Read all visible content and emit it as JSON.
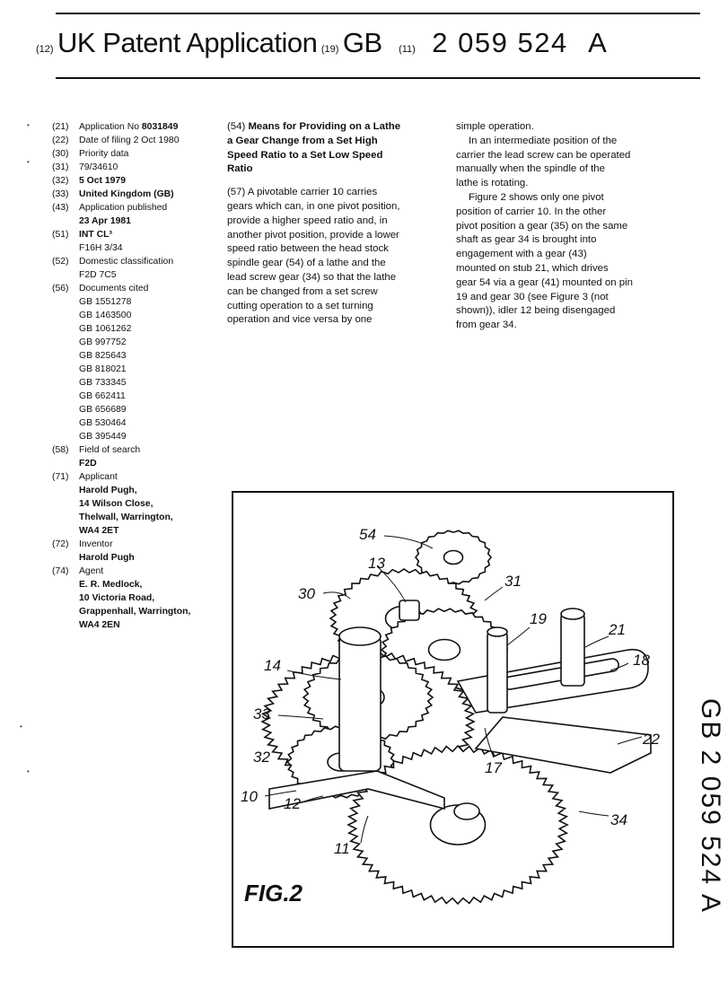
{
  "header": {
    "code_12": "(12)",
    "title": "UK Patent Application",
    "code_19": "(19)",
    "country": "GB",
    "code_11": "(11)",
    "number": "2 059 524",
    "kind": "A"
  },
  "biblio": [
    {
      "code": "(21)",
      "text": "Application No",
      "value": "8031849"
    },
    {
      "code": "(22)",
      "text": "Date of filing 2 Oct 1980",
      "value": ""
    },
    {
      "code": "(30)",
      "text": "Priority data",
      "value": ""
    },
    {
      "code": "(31)",
      "text": "79/34610",
      "value": ""
    },
    {
      "code": "(32)",
      "text": "",
      "value": "5 Oct 1979"
    },
    {
      "code": "(33)",
      "text": "",
      "value": "United Kingdom (GB)"
    },
    {
      "code": "(43)",
      "text": "Application published",
      "value": ""
    }
  ],
  "published_date": "23 Apr 1981",
  "int_cl": {
    "code": "(51)",
    "label": "INT CL³",
    "value": "F16H 3/34"
  },
  "domestic": {
    "code": "(52)",
    "label": "Domestic classification",
    "value": "F2D 7C5"
  },
  "documents": {
    "code": "(56)",
    "label": "Documents cited",
    "items": [
      "GB 1551278",
      "GB 1463500",
      "GB 1061262",
      "GB 997752",
      "GB 825643",
      "GB 818021",
      "GB 733345",
      "GB 662411",
      "GB 656689",
      "GB 530464",
      "GB 395449"
    ]
  },
  "field_search": {
    "code": "(58)",
    "label": "Field of search",
    "value": "F2D"
  },
  "applicant": {
    "code": "(71)",
    "label": "Applicant",
    "lines": [
      "Harold Pugh,",
      "14 Wilson Close,",
      "Thelwall, Warrington,",
      "WA4 2ET"
    ]
  },
  "inventor": {
    "code": "(72)",
    "label": "Inventor",
    "lines": [
      "Harold Pugh"
    ]
  },
  "agent": {
    "code": "(74)",
    "label": "Agent",
    "lines": [
      "E. R. Medlock,",
      "10 Victoria Road,",
      "Grappenhall, Warrington,",
      "WA4 2EN"
    ]
  },
  "title_block": {
    "code": "(54)",
    "lines": [
      "Means for Providing on a Lathe",
      "a Gear Change from a Set High",
      "Speed Ratio to a Set Low Speed",
      "Ratio"
    ]
  },
  "abstract": {
    "code": "(57)",
    "col2_lines": [
      "A pivotable carrier 10 carries",
      "gears which can, in one pivot position,",
      "provide a higher speed ratio and, in",
      "another pivot position, provide a lower",
      "speed ratio between the head stock",
      "spindle gear (54) of a lathe and the",
      "lead screw gear (34) so that the lathe",
      "can be changed from a set screw",
      "cutting operation to a set turning",
      "operation and vice versa by one"
    ],
    "col3_lines": [
      "simple operation.",
      "In an intermediate position of the",
      "carrier the lead screw can be operated",
      "manually when the spindle of the",
      "lathe is rotating.",
      "Figure 2 shows only one pivot",
      "position of carrier 10. In the other",
      "pivot position a gear (35) on the same",
      "shaft as gear 34 is brought into",
      "engagement with a gear (43)",
      "mounted on stub 21, which drives",
      "gear 54 via a gear (41) mounted on pin",
      "19 and gear 30 (see Figure 3 (not",
      "shown)), idler 12 being disengaged",
      "from gear 34."
    ]
  },
  "figure": {
    "label": "FIG.2",
    "refs": [
      "54",
      "13",
      "30",
      "31",
      "19",
      "21",
      "18",
      "14",
      "33",
      "32",
      "22",
      "17",
      "10",
      "12",
      "34",
      "11"
    ]
  },
  "side_code": "GB 2 059 524 A"
}
